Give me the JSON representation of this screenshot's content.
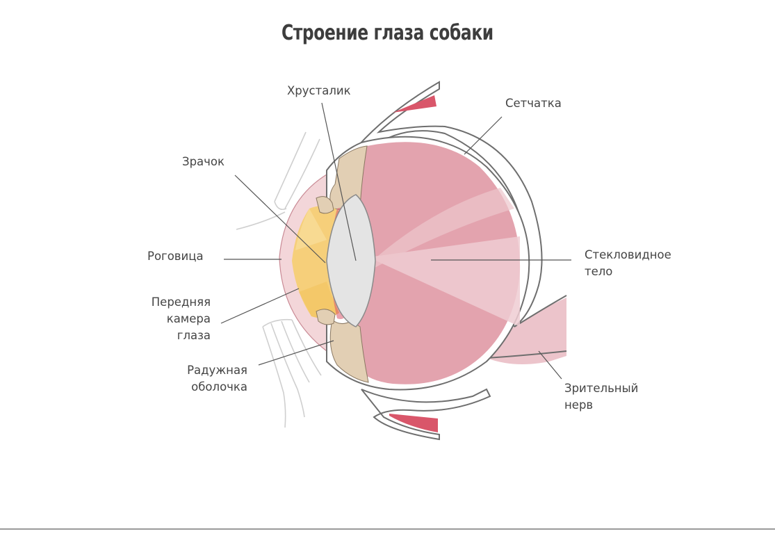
{
  "title": "Строение глаза собаки",
  "labels": {
    "lens": "Хрусталик",
    "retina": "Сетчатка",
    "pupil": "Зрачок",
    "cornea": "Роговица",
    "vitreous_1": "Стекловидное",
    "vitreous_2": "тело",
    "anterior_1": "Передняя",
    "anterior_2": "камера",
    "anterior_3": "глаза",
    "iris_1": "Радужная",
    "iris_2": "оболочка",
    "nerve_1": "Зрительный",
    "nerve_2": "нерв"
  },
  "colors": {
    "vitreous": "#e3a3ae",
    "retina_outline": "#6e6e6e",
    "cornea_fill": "#f3d6d9",
    "anterior_chamber": "#f6cf7a",
    "iris": "#e2cfb4",
    "lens": "#e4e4e4",
    "eyelid_red": "#d9566a"
  }
}
